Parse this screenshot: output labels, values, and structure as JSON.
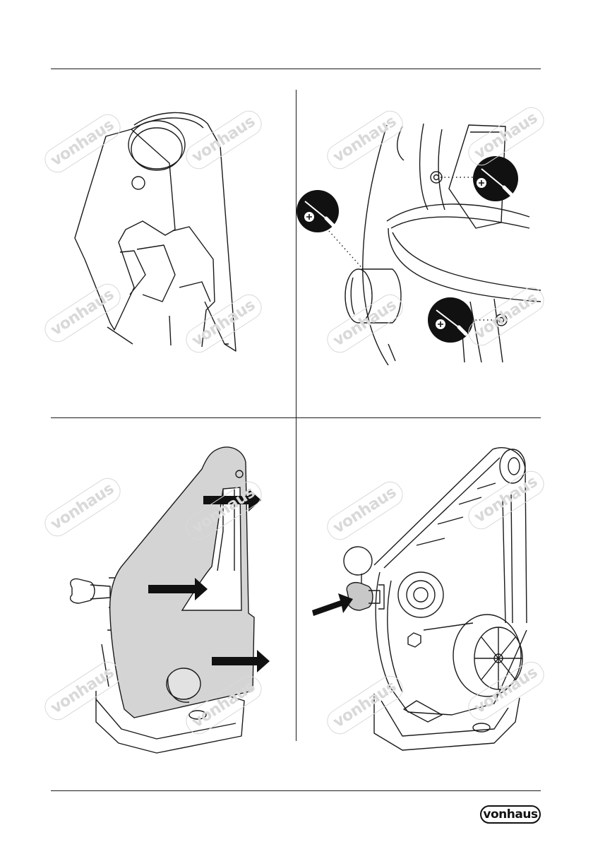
{
  "brand": {
    "logo_text": "vonhaus",
    "watermark_text": "vonhaus"
  },
  "figures": [
    {
      "id": "fig-1",
      "description_shown": ""
    },
    {
      "id": "fig-2",
      "description_shown": ""
    },
    {
      "id": "fig-3",
      "description_shown": ""
    },
    {
      "id": "fig-4",
      "callout_label": ""
    }
  ],
  "colors": {
    "line": "#1a1a1a",
    "cover_fill": "#d4d4d4",
    "badge": "#111111",
    "watermark": "#d9d9d9"
  }
}
